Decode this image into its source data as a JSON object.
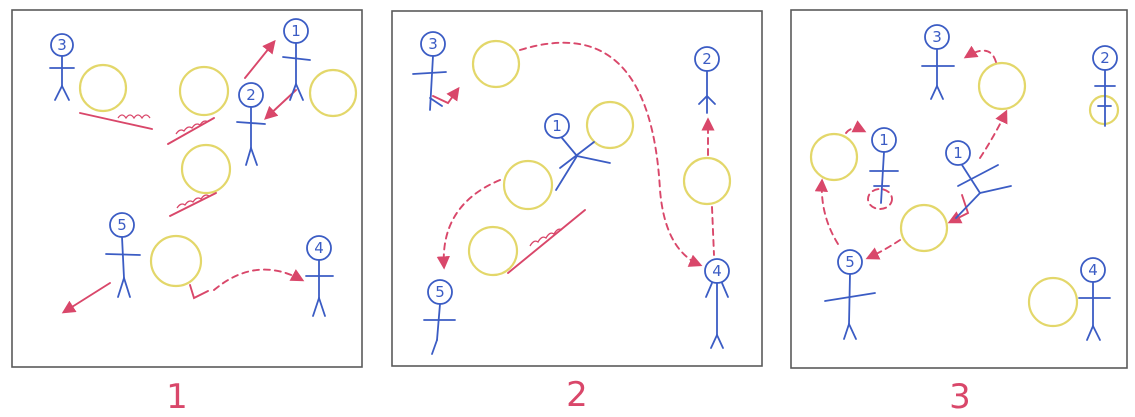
{
  "panels": [
    {
      "number": "1",
      "players": [
        "1",
        "2",
        "3",
        "4",
        "5"
      ]
    },
    {
      "number": "2",
      "players": [
        "1",
        "2",
        "3",
        "4",
        "5"
      ]
    },
    {
      "number": "3",
      "players": [
        "1",
        "2",
        "3",
        "4",
        "5"
      ]
    }
  ],
  "colors": {
    "frame": "#5a5a5a",
    "player": "#3b5cc4",
    "arrow": "#d9476a",
    "ball": "#e3d76a"
  }
}
